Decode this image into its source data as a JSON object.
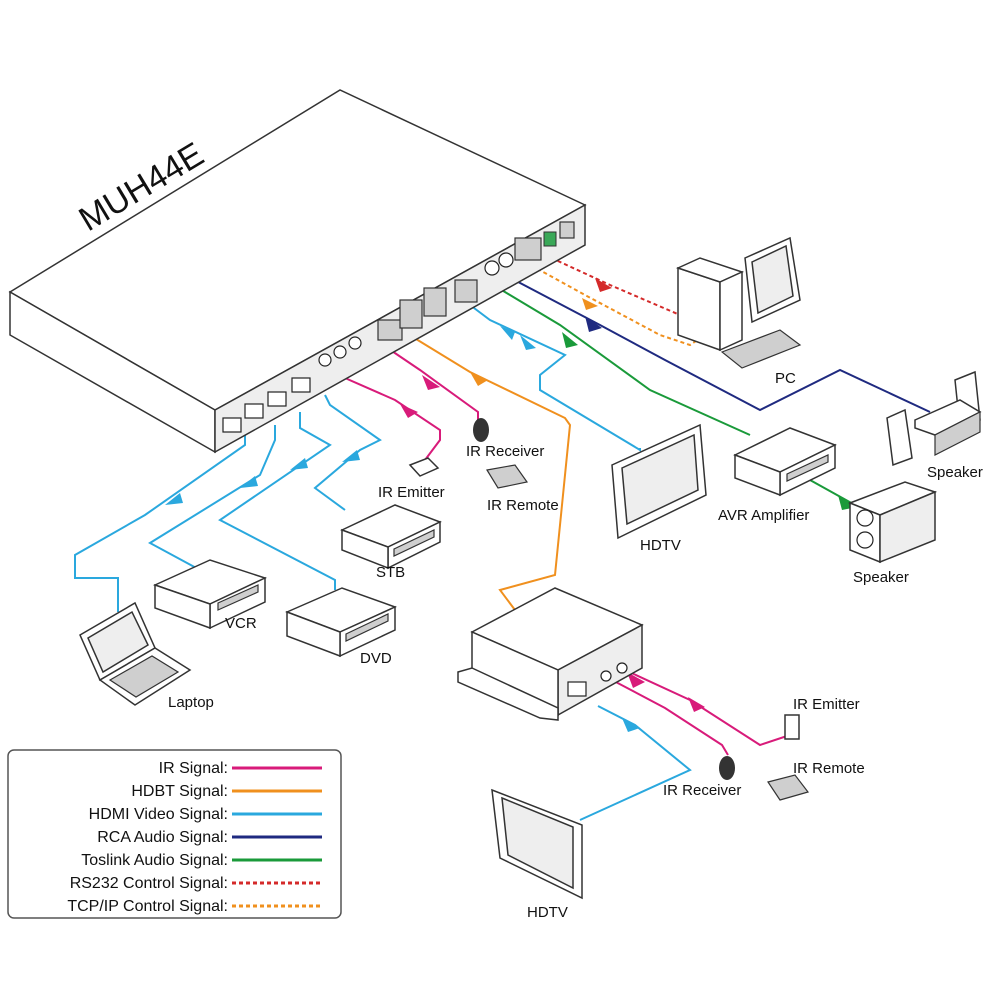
{
  "title": "MUH44E",
  "colors": {
    "ir": "#d81b7a",
    "hdbt": "#f0901e",
    "hdmi": "#2aa8de",
    "rca": "#1f2a80",
    "toslink": "#1a9a3a",
    "rs232": "#d42a2a",
    "tcpip": "#f0901e"
  },
  "devices": {
    "laptop": "Laptop",
    "vcr": "VCR",
    "dvd": "DVD",
    "stb": "STB",
    "ir_emitter_top": "IR Emitter",
    "ir_receiver_top": "IR Receiver",
    "ir_remote_top": "IR Remote",
    "hdtv_top": "HDTV",
    "pc": "PC",
    "avr": "AVR  Amplifier",
    "speaker_right": "Speaker",
    "speaker_bottom": "Speaker",
    "ir_emitter_bottom": "IR Emitter",
    "ir_remote_bottom": "IR Remote",
    "ir_receiver_bottom": "IR Receiver",
    "hdtv_bottom": "HDTV"
  },
  "legend": [
    {
      "label": "IR  Signal:",
      "style": "solid",
      "color": "#d81b7a"
    },
    {
      "label": "HDBT  Signal:",
      "style": "solid",
      "color": "#f0901e"
    },
    {
      "label": "HDMI Video Signal:",
      "style": "solid",
      "color": "#2aa8de"
    },
    {
      "label": "RCA Audio Signal:",
      "style": "solid",
      "color": "#1f2a80"
    },
    {
      "label": "Toslink Audio Signal:",
      "style": "solid",
      "color": "#1a9a3a"
    },
    {
      "label": "RS232 Control  Signal:",
      "style": "dashed",
      "color": "#d42a2a"
    },
    {
      "label": "TCP/IP Control  Signal:",
      "style": "dashed",
      "color": "#f0901e"
    }
  ]
}
